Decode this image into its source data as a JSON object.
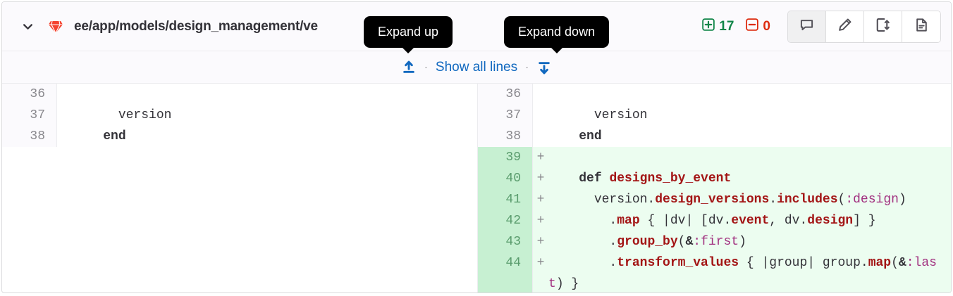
{
  "header": {
    "collapse_icon": "chevron-down-icon",
    "file_type_icon": "ruby-gem-icon",
    "file_path": "ee/app/models/design_management/ve",
    "stats": {
      "added_icon": "plus-square-icon",
      "added_count": "17",
      "removed_icon": "minus-square-icon",
      "removed_count": "0",
      "added_color": "#108548",
      "removed_color": "#dd2b0e"
    },
    "actions": [
      {
        "name": "comment-button",
        "icon": "comment-icon"
      },
      {
        "name": "edit-button",
        "icon": "pencil-icon"
      },
      {
        "name": "compare-button",
        "icon": "file-compare-icon"
      },
      {
        "name": "view-file-button",
        "icon": "file-document-icon"
      }
    ],
    "copy_path_button": "copy-file-path-button"
  },
  "expand_bar": {
    "expand_up_icon": "expand-up-icon",
    "separator": "·",
    "show_all_label": "Show all lines",
    "expand_down_icon": "expand-down-icon",
    "link_color": "#1068bf"
  },
  "tooltips": {
    "expand_up": "Expand up",
    "expand_down": "Expand down"
  },
  "diff": {
    "left": [
      {
        "num": "36",
        "sign": "",
        "type": "context",
        "tokens": []
      },
      {
        "num": "37",
        "sign": "",
        "type": "context",
        "tokens": [
          {
            "t": "      version",
            "c": "pl"
          }
        ]
      },
      {
        "num": "38",
        "sign": "",
        "type": "context",
        "tokens": [
          {
            "t": "    ",
            "c": "pl"
          },
          {
            "t": "end",
            "c": "k"
          }
        ]
      }
    ],
    "right": [
      {
        "num": "36",
        "sign": "",
        "type": "context",
        "tokens": []
      },
      {
        "num": "37",
        "sign": "",
        "type": "context",
        "tokens": [
          {
            "t": "      version",
            "c": "pl"
          }
        ]
      },
      {
        "num": "38",
        "sign": "",
        "type": "context",
        "tokens": [
          {
            "t": "    ",
            "c": "pl"
          },
          {
            "t": "end",
            "c": "k"
          }
        ]
      },
      {
        "num": "39",
        "sign": "+",
        "type": "added",
        "tokens": []
      },
      {
        "num": "40",
        "sign": "+",
        "type": "added",
        "tokens": [
          {
            "t": "    ",
            "c": "pl"
          },
          {
            "t": "def",
            "c": "k"
          },
          {
            "t": " ",
            "c": "pl"
          },
          {
            "t": "designs_by_event",
            "c": "fn"
          }
        ]
      },
      {
        "num": "41",
        "sign": "+",
        "type": "added",
        "tokens": [
          {
            "t": "      version.",
            "c": "pl"
          },
          {
            "t": "design_versions",
            "c": "m"
          },
          {
            "t": ".",
            "c": "pl"
          },
          {
            "t": "includes",
            "c": "m"
          },
          {
            "t": "(",
            "c": "pl"
          },
          {
            "t": ":design",
            "c": "sym"
          },
          {
            "t": ")",
            "c": "pl"
          }
        ]
      },
      {
        "num": "42",
        "sign": "+",
        "type": "added",
        "tokens": [
          {
            "t": "        .",
            "c": "pl"
          },
          {
            "t": "map",
            "c": "m"
          },
          {
            "t": " { |dv| [dv.",
            "c": "pl"
          },
          {
            "t": "event",
            "c": "m"
          },
          {
            "t": ", dv.",
            "c": "pl"
          },
          {
            "t": "design",
            "c": "m"
          },
          {
            "t": "] }",
            "c": "pl"
          }
        ]
      },
      {
        "num": "43",
        "sign": "+",
        "type": "added",
        "tokens": [
          {
            "t": "        .",
            "c": "pl"
          },
          {
            "t": "group_by",
            "c": "m"
          },
          {
            "t": "(",
            "c": "pl"
          },
          {
            "t": "&",
            "c": "op"
          },
          {
            "t": ":first",
            "c": "sym"
          },
          {
            "t": ")",
            "c": "pl"
          }
        ]
      },
      {
        "num": "44",
        "sign": "+",
        "type": "added",
        "tokens": [
          {
            "t": "        .",
            "c": "pl"
          },
          {
            "t": "transform_values",
            "c": "m"
          },
          {
            "t": " { |group| group.",
            "c": "pl"
          },
          {
            "t": "map",
            "c": "m"
          },
          {
            "t": "(",
            "c": "pl"
          },
          {
            "t": "&",
            "c": "op"
          },
          {
            "t": ":last",
            "c": "sym"
          },
          {
            "t": ") }",
            "c": "pl"
          }
        ]
      }
    ]
  }
}
